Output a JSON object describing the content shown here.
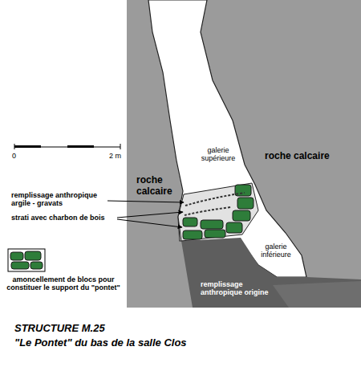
{
  "diagram": {
    "title": "STRUCTURE M.25",
    "caption": "\"Le Pontet\" du bas de la salle Clos",
    "labels": [
      "galerie supérieure",
      "roche calcaire",
      "roche calcaire",
      "0",
      "2 m",
      "remplissage anthropique argile - gravats",
      "strati avec charbon de bois",
      "galerie inférieure",
      "remplissage anthropique origine"
    ],
    "legend": [
      {
        "text": "amoncellement de blocs pour constituer le support du \"pontet\""
      }
    ]
  }
}
